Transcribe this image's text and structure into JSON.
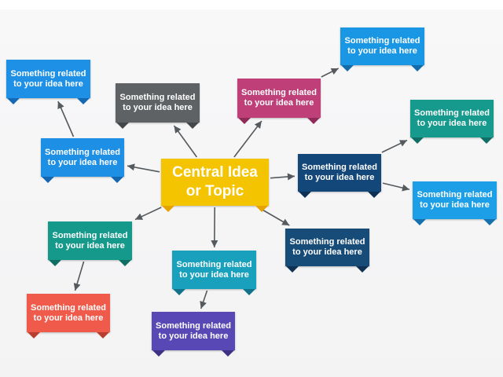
{
  "nodes": [
    {
      "id": "central",
      "name": "central-topic-node",
      "text": "Central Idea or Topic",
      "color": "#f5c400",
      "tab": "#e8a200",
      "central": true
    },
    {
      "id": "top-left",
      "name": "idea-node-top-left",
      "text": "Something related to your idea here",
      "color": "#1e90e6",
      "tab": "#1568b4"
    },
    {
      "id": "gray",
      "name": "idea-node-gray",
      "text": "Something related to your idea here",
      "color": "#5e6264",
      "tab": "#44484a"
    },
    {
      "id": "magenta",
      "name": "idea-node-magenta",
      "text": "Something related to your idea here",
      "color": "#bf3f79",
      "tab": "#8f2a59"
    },
    {
      "id": "top-right",
      "name": "idea-node-top-right",
      "text": "Something related to your idea here",
      "color": "#1a97e4",
      "tab": "#126cab"
    },
    {
      "id": "left-blue",
      "name": "idea-node-left-blue",
      "text": "Something related to your idea here",
      "color": "#1d8fe5",
      "tab": "#1566b0"
    },
    {
      "id": "navy",
      "name": "idea-node-navy",
      "text": "Something related to your idea here",
      "color": "#13477a",
      "tab": "#0c3056"
    },
    {
      "id": "teal-right",
      "name": "idea-node-teal-right",
      "text": "Something related to your idea here",
      "color": "#169a8d",
      "tab": "#0f6f66"
    },
    {
      "id": "blue-right",
      "name": "idea-node-blue-right",
      "text": "Something related to your idea here",
      "color": "#1d9fe8",
      "tab": "#1471ad"
    },
    {
      "id": "teal-left",
      "name": "idea-node-teal-left",
      "text": "Something related to your idea here",
      "color": "#14998b",
      "tab": "#0e6e63"
    },
    {
      "id": "navy-mid",
      "name": "idea-node-navy-mid",
      "text": "Something related to your idea here",
      "color": "#174b78",
      "tab": "#0f3254"
    },
    {
      "id": "cyan",
      "name": "idea-node-cyan",
      "text": "Something related to your idea here",
      "color": "#19a0bd",
      "tab": "#117289"
    },
    {
      "id": "coral",
      "name": "idea-node-coral",
      "text": "Something related to your idea here",
      "color": "#f05a4a",
      "tab": "#b83e31"
    },
    {
      "id": "purple",
      "name": "idea-node-purple",
      "text": "Something related to your idea here",
      "color": "#5748b5",
      "tab": "#3d3185"
    }
  ],
  "edges": [
    {
      "from": "central",
      "to": "gray"
    },
    {
      "from": "central",
      "to": "magenta"
    },
    {
      "from": "central",
      "to": "left-blue"
    },
    {
      "from": "central",
      "to": "navy"
    },
    {
      "from": "central",
      "to": "teal-left"
    },
    {
      "from": "central",
      "to": "cyan"
    },
    {
      "from": "central",
      "to": "navy-mid"
    },
    {
      "from": "left-blue",
      "to": "top-left"
    },
    {
      "from": "magenta",
      "to": "top-right"
    },
    {
      "from": "navy",
      "to": "teal-right"
    },
    {
      "from": "navy",
      "to": "blue-right"
    },
    {
      "from": "teal-left",
      "to": "coral"
    },
    {
      "from": "cyan",
      "to": "purple"
    }
  ],
  "arrow_color": "#555a5e"
}
